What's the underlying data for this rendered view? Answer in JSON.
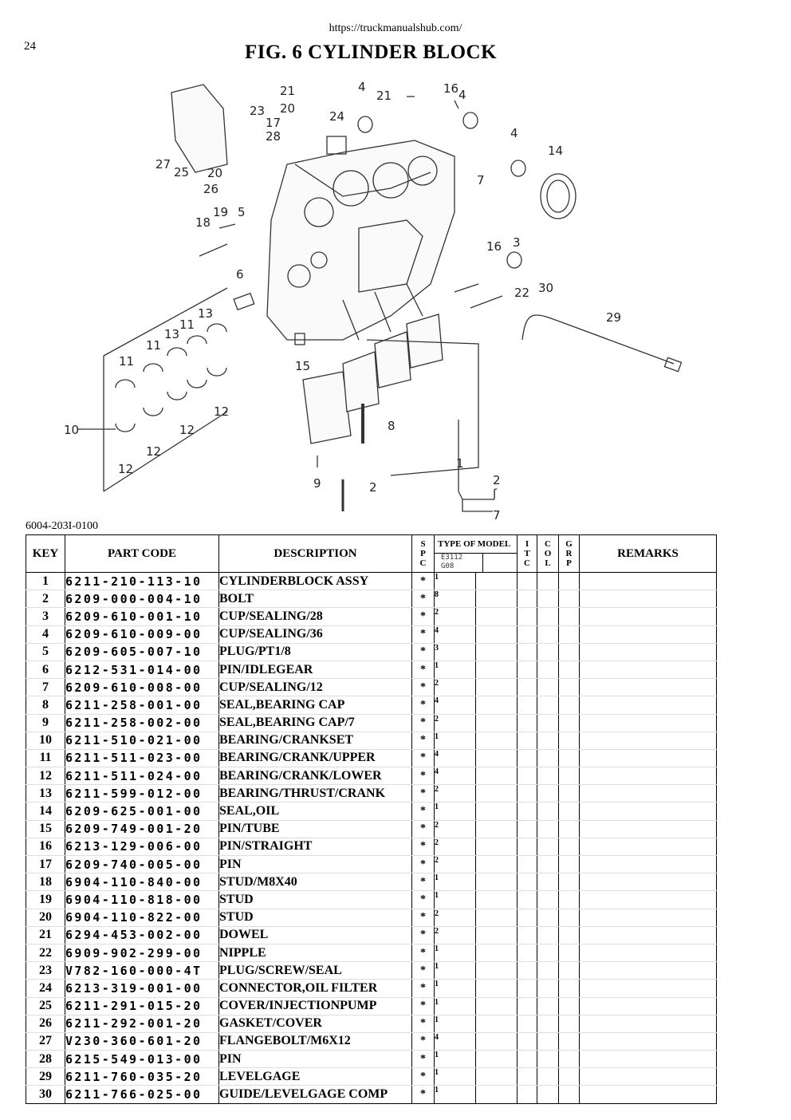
{
  "header": {
    "url": "https://truckmanualshub.com/",
    "page_number": "24",
    "title": "FIG.  6  CYLINDER BLOCK"
  },
  "diagram": {
    "callouts": [
      "21",
      "20",
      "17",
      "28",
      "24",
      "4",
      "21",
      "16",
      "4",
      "4",
      "14",
      "23",
      "27",
      "25",
      "20",
      "26",
      "7",
      "19",
      "5",
      "18",
      "16",
      "3",
      "22",
      "30",
      "29",
      "6",
      "13",
      "11",
      "13",
      "11",
      "15",
      "8",
      "10",
      "12",
      "12",
      "12",
      "9",
      "2",
      "1",
      "2",
      "7"
    ]
  },
  "doc_code": "6004-203I-0100",
  "table": {
    "headers": {
      "key": "KEY",
      "part_code": "PART CODE",
      "description": "DESCRIPTION",
      "spc": [
        "S",
        "P",
        "C"
      ],
      "type_of_model": "TYPE OF MODEL",
      "model": [
        "E3112",
        "G08"
      ],
      "itc": [
        "I",
        "T",
        "C"
      ],
      "col": [
        "C",
        "O",
        "L"
      ],
      "grp": [
        "G",
        "R",
        "P"
      ],
      "remarks": "REMARKS"
    },
    "rows": [
      {
        "key": "1",
        "code": "6211-210-113-10",
        "desc": "CYLINDERBLOCK   ASSY",
        "spc": "*",
        "qty": "1"
      },
      {
        "key": "2",
        "code": "6209-000-004-10",
        "desc": "BOLT",
        "spc": "*",
        "qty": "8"
      },
      {
        "key": "3",
        "code": "6209-610-001-10",
        "desc": "CUP/SEALING/28",
        "spc": "*",
        "qty": "2"
      },
      {
        "key": "4",
        "code": "6209-610-009-00",
        "desc": "CUP/SEALING/36",
        "spc": "*",
        "qty": "4"
      },
      {
        "key": "5",
        "code": "6209-605-007-10",
        "desc": "PLUG/PT1/8",
        "spc": "*",
        "qty": "3"
      },
      {
        "key": "6",
        "code": "6212-531-014-00",
        "desc": "PIN/IDLEGEAR",
        "spc": "*",
        "qty": "1"
      },
      {
        "key": "7",
        "code": "6209-610-008-00",
        "desc": "CUP/SEALING/12",
        "spc": "*",
        "qty": "2"
      },
      {
        "key": "8",
        "code": "6211-258-001-00",
        "desc": "SEAL,BEARING CAP",
        "spc": "*",
        "qty": "4"
      },
      {
        "key": "9",
        "code": "6211-258-002-00",
        "desc": "SEAL,BEARING CAP/7",
        "spc": "*",
        "qty": "2"
      },
      {
        "key": "10",
        "code": "6211-510-021-00",
        "desc": "BEARING/CRANKSET",
        "spc": "*",
        "qty": "1"
      },
      {
        "key": "11",
        "code": "6211-511-023-00",
        "desc": "BEARING/CRANK/UPPER",
        "spc": "*",
        "qty": "4"
      },
      {
        "key": "12",
        "code": "6211-511-024-00",
        "desc": "BEARING/CRANK/LOWER",
        "spc": "*",
        "qty": "4"
      },
      {
        "key": "13",
        "code": "6211-599-012-00",
        "desc": "BEARING/THRUST/CRANK",
        "spc": "*",
        "qty": "2"
      },
      {
        "key": "14",
        "code": "6209-625-001-00",
        "desc": "SEAL,OIL",
        "spc": "*",
        "qty": "1"
      },
      {
        "key": "15",
        "code": "6209-749-001-20",
        "desc": "PIN/TUBE",
        "spc": "*",
        "qty": "2"
      },
      {
        "key": "16",
        "code": "6213-129-006-00",
        "desc": "PIN/STRAIGHT",
        "spc": "*",
        "qty": "2"
      },
      {
        "key": "17",
        "code": "6209-740-005-00",
        "desc": "PIN",
        "spc": "*",
        "qty": "2"
      },
      {
        "key": "18",
        "code": "6904-110-840-00",
        "desc": "STUD/M8X40",
        "spc": "*",
        "qty": "1"
      },
      {
        "key": "19",
        "code": "6904-110-818-00",
        "desc": "STUD",
        "spc": "*",
        "qty": "1"
      },
      {
        "key": "20",
        "code": "6904-110-822-00",
        "desc": "STUD",
        "spc": "*",
        "qty": "2"
      },
      {
        "key": "21",
        "code": "6294-453-002-00",
        "desc": "DOWEL",
        "spc": "*",
        "qty": "2"
      },
      {
        "key": "22",
        "code": "6909-902-299-00",
        "desc": "NIPPLE",
        "spc": "*",
        "qty": "1"
      },
      {
        "key": "23",
        "code": "V782-160-000-4T",
        "desc": "PLUG/SCREW/SEAL",
        "spc": "*",
        "qty": "1"
      },
      {
        "key": "24",
        "code": "6213-319-001-00",
        "desc": "CONNECTOR,OIL FILTER",
        "spc": "*",
        "qty": "1"
      },
      {
        "key": "25",
        "code": "6211-291-015-20",
        "desc": "COVER/INJECTIONPUMP",
        "spc": "*",
        "qty": "1"
      },
      {
        "key": "26",
        "code": "6211-292-001-20",
        "desc": "GASKET/COVER",
        "spc": "*",
        "qty": "1"
      },
      {
        "key": "27",
        "code": "V230-360-601-20",
        "desc": "FLANGEBOLT/M6X12",
        "spc": "*",
        "qty": "4"
      },
      {
        "key": "28",
        "code": "6215-549-013-00",
        "desc": "PIN",
        "spc": "*",
        "qty": "1"
      },
      {
        "key": "29",
        "code": "6211-760-035-20",
        "desc": "LEVELGAGE",
        "spc": "*",
        "qty": "1"
      },
      {
        "key": "30",
        "code": "6211-766-025-00",
        "desc": "GUIDE/LEVELGAGE COMP",
        "spc": "*",
        "qty": "1"
      }
    ]
  }
}
